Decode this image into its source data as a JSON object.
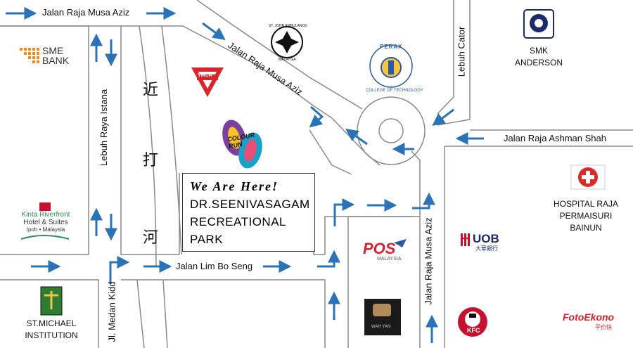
{
  "roads": {
    "top": "Jalan Raja Musa Aziz",
    "diagonal": "Jalan Raja Musa Aziz",
    "istana": "Lebuh Raya Istana",
    "cator": "Lebuh Cator",
    "ashman": "Jalan Raja Ashman Shah",
    "lim_bo_seng": "Jalan Lim Bo Seng",
    "musa_aziz_vertical": "Jalan Raja Musa Aziz",
    "medan_kidd": "Jl. Medan Kidd"
  },
  "river_label": [
    "近",
    "打",
    "河"
  ],
  "here_box": {
    "title": "We Are Here!",
    "lines": [
      "DR.SEENIVASAGAM",
      "RECREATIONAL",
      "PARK"
    ]
  },
  "places": {
    "sme_bank": [
      "SME",
      "BANK"
    ],
    "smk_anderson": [
      "SMK",
      "ANDERSON"
    ],
    "hospital": [
      "HOSPITAL RAJA",
      "PERMAISURI",
      "BAINUN"
    ],
    "st_michael": [
      "ST.MICHAEL",
      "INSTITUTION"
    ],
    "kinta": {
      "name": "Kinta Riverfront",
      "sub": "Hotel & Suites",
      "city": "Ipoh • Malaysia"
    },
    "ymca": "YMCA",
    "colour_run": [
      "COLOUR",
      "RUN"
    ],
    "pos": "POS",
    "pos_sub": "MALAYSIA",
    "uob": "UOB",
    "uob_sub": "大華銀行",
    "kfc": "KFC",
    "foto": "FotoEkono",
    "foto_sub": "平价快",
    "perak": "PERAK",
    "perak_sub": "COLLEGE OF TECHNOLOGY",
    "st_john": "ST. JOHN AMBULANCE",
    "st_john_sub": "MALAYSIA",
    "wah_yan": "WAH YAN"
  },
  "colors": {
    "arrow": "#2a73b8",
    "road_edge": "#8a8a8a",
    "ymca_red": "#d7262b",
    "hospital_red": "#e32726",
    "sme_orange": "#f08a1c",
    "pos_red": "#d9232d",
    "uob_navy": "#1b2a6b",
    "kfc_red": "#c8102e",
    "foto_red": "#e51c23",
    "kinta_green": "#2e8b57",
    "perak_blue": "#2a5aa8"
  }
}
